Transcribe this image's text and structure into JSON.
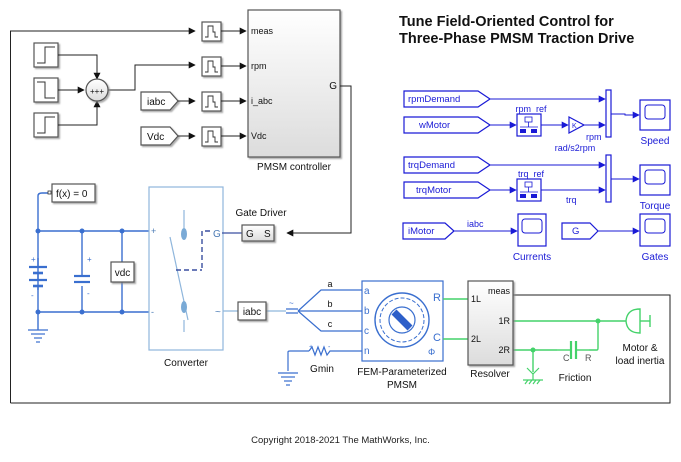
{
  "title": {
    "line1": "Tune Field-Oriented Control for",
    "line2": "Three-Phase PMSM Traction Drive"
  },
  "controller": {
    "label": "PMSM controller",
    "inputs": [
      "meas",
      "rpm",
      "i_abc",
      "Vdc"
    ],
    "output": "G"
  },
  "goto_tags": {
    "iabc_from": "iabc",
    "vdc_from": "Vdc"
  },
  "sum_signs": "+++",
  "power": {
    "solver": "f(x) = 0",
    "vdc_sensor": "vdc",
    "converter_label": "Converter",
    "converter_ports": {
      "plus": "+",
      "minus": "-",
      "gate": "G",
      "ac": "~"
    },
    "gate_driver_label": "Gate Driver",
    "gate_driver_ports": {
      "g": "G",
      "s": "S"
    },
    "current_sensor": "iabc",
    "battery_signs": {
      "plus": "+",
      "minus": "-"
    },
    "cap_signs": {
      "plus": "+",
      "minus": "-"
    }
  },
  "motor": {
    "label_line1": "FEM-Parameterized",
    "label_line2": "PMSM",
    "phases": [
      "a",
      "b",
      "c"
    ],
    "ports_left": [
      "a",
      "b",
      "c",
      "n"
    ],
    "ports_right": [
      "R",
      "C"
    ],
    "flux_symbol": "Φ",
    "gmin_label": "Gmin",
    "resistor_signs": {
      "plus": "+",
      "minus": "-"
    }
  },
  "resolver": {
    "label": "Resolver",
    "ports": {
      "meas": "meas",
      "l1": "1L",
      "l2": "2L",
      "r1": "1R",
      "r2": "2R"
    }
  },
  "mechanical": {
    "friction_label": "Friction",
    "friction_ports": {
      "c": "C",
      "r": "R"
    },
    "inertia_line1": "Motor &",
    "inertia_line2": "load inertia"
  },
  "scopes": {
    "speed": {
      "label": "Speed",
      "from1": "rpmDemand",
      "from2": "wMotor",
      "sig_ref": "rpm_ref",
      "sig_out": "rpm",
      "gain_label": "rad/s2rpm"
    },
    "torque": {
      "label": "Torque",
      "from1": "trqDemand",
      "from2": "trqMotor",
      "sig_ref": "trq_ref",
      "sig_out": "trq"
    },
    "currents": {
      "label": "Currents",
      "from": "iMotor",
      "sig": "iabc"
    },
    "gates": {
      "label": "Gates",
      "from": "G"
    }
  },
  "copyright": "Copyright 2018-2021 The MathWorks, Inc.",
  "colors": {
    "signal": "#222222",
    "electrical": "#3a6fcf",
    "converter": "#8fb6dc",
    "mechanical": "#44d26a",
    "scope_blue": "#1a1ad6"
  }
}
